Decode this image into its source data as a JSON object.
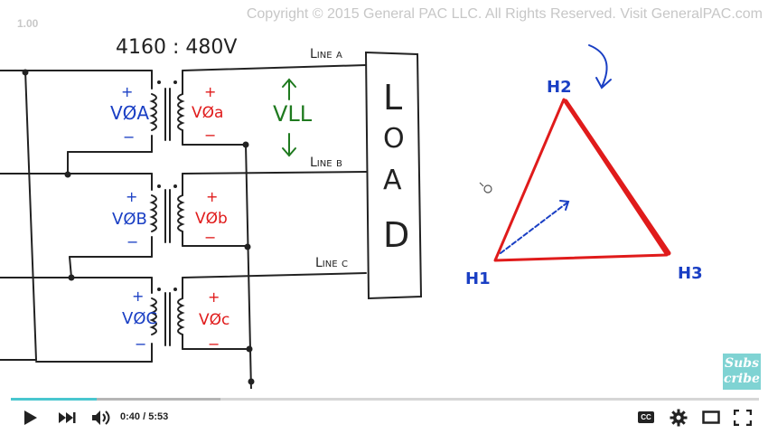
{
  "player": {
    "speed_label": "1.00",
    "copyright": "Copyright © 2015 General PAC LLC. All Rights Reserved. Visit GeneralPAC.com",
    "subscribe_line1": "Subs",
    "subscribe_line2": "cribe",
    "time": {
      "current": "0:40",
      "separator": " / ",
      "duration": "5:53"
    },
    "progress": {
      "played_fraction": 0.115,
      "buffered_fraction": 0.28
    },
    "buttons": {
      "cc": "CC"
    }
  },
  "drawing": {
    "voltage_rating": "4160 : 480V",
    "load_letters": [
      "L",
      "O",
      "A",
      "D"
    ],
    "line_labels": {
      "a": "Line a",
      "b": "Line b",
      "c": "Line c"
    },
    "vll": "VLL",
    "primary": [
      {
        "plus": "+",
        "minus": "−",
        "label": "VØA"
      },
      {
        "plus": "+",
        "minus": "−",
        "label": "VØB"
      },
      {
        "plus": "+",
        "minus": "−",
        "label": "VØC"
      }
    ],
    "secondary": [
      {
        "plus": "+",
        "minus": "−",
        "label": "VØa"
      },
      {
        "plus": "+",
        "minus": "−",
        "label": "VØb"
      },
      {
        "plus": "+",
        "minus": "−",
        "label": "VØc"
      }
    ],
    "terminals": {
      "h1": "H1",
      "h2": "H2",
      "h3": "H3"
    }
  },
  "colors": {
    "blue_ink": "#1a3fc4",
    "red_ink": "#e01b1b",
    "green_ink": "#1f7a1f",
    "accent": "#49c6cf"
  }
}
